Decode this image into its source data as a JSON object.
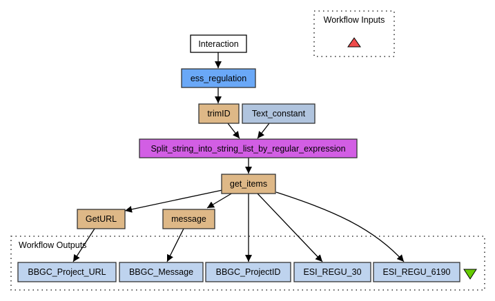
{
  "diagram": {
    "type": "workflow-graph",
    "clusters": {
      "inputs": {
        "label": "Workflow Inputs"
      },
      "outputs": {
        "label": "Workflow Outputs"
      }
    },
    "colors": {
      "interaction": "#ffffff",
      "service": "#6aa8f7",
      "beanshell": "#deb887",
      "constant": "#b0c4de",
      "local_worker": "#d25ee4",
      "output_port": "#bed3ee",
      "input_marker": "#ef4b4b",
      "output_marker": "#66cc00",
      "border": "#333333"
    },
    "nodes": [
      {
        "id": "interaction",
        "label": "Interaction",
        "kind": "interaction"
      },
      {
        "id": "ess_regulation",
        "label": "ess_regulation",
        "kind": "service"
      },
      {
        "id": "trimID",
        "label": "trimID",
        "kind": "beanshell"
      },
      {
        "id": "text_constant",
        "label": "Text_constant",
        "kind": "constant"
      },
      {
        "id": "split",
        "label": "Split_string_into_string_list_by_regular_expression",
        "kind": "local_worker"
      },
      {
        "id": "get_items",
        "label": "get_items",
        "kind": "beanshell"
      },
      {
        "id": "geturl",
        "label": "GetURL",
        "kind": "beanshell"
      },
      {
        "id": "message",
        "label": "message",
        "kind": "beanshell"
      },
      {
        "id": "out_url",
        "label": "BBGC_Project_URL",
        "kind": "output_port"
      },
      {
        "id": "out_message",
        "label": "BBGC_Message",
        "kind": "output_port"
      },
      {
        "id": "out_projectid",
        "label": "BBGC_ProjectID",
        "kind": "output_port"
      },
      {
        "id": "out_esi30",
        "label": "ESI_REGU_30",
        "kind": "output_port"
      },
      {
        "id": "out_esi6190",
        "label": "ESI_REGU_6190",
        "kind": "output_port"
      }
    ],
    "edges": [
      {
        "from": "interaction",
        "to": "ess_regulation"
      },
      {
        "from": "ess_regulation",
        "to": "trimID"
      },
      {
        "from": "trimID",
        "to": "split"
      },
      {
        "from": "text_constant",
        "to": "split"
      },
      {
        "from": "split",
        "to": "get_items"
      },
      {
        "from": "get_items",
        "to": "geturl"
      },
      {
        "from": "get_items",
        "to": "message"
      },
      {
        "from": "get_items",
        "to": "out_projectid"
      },
      {
        "from": "get_items",
        "to": "out_esi30"
      },
      {
        "from": "get_items",
        "to": "out_esi6190"
      },
      {
        "from": "geturl",
        "to": "out_url"
      },
      {
        "from": "message",
        "to": "out_message"
      }
    ],
    "markers": {
      "input": "triangle-up-icon",
      "output": "triangle-down-icon"
    }
  }
}
